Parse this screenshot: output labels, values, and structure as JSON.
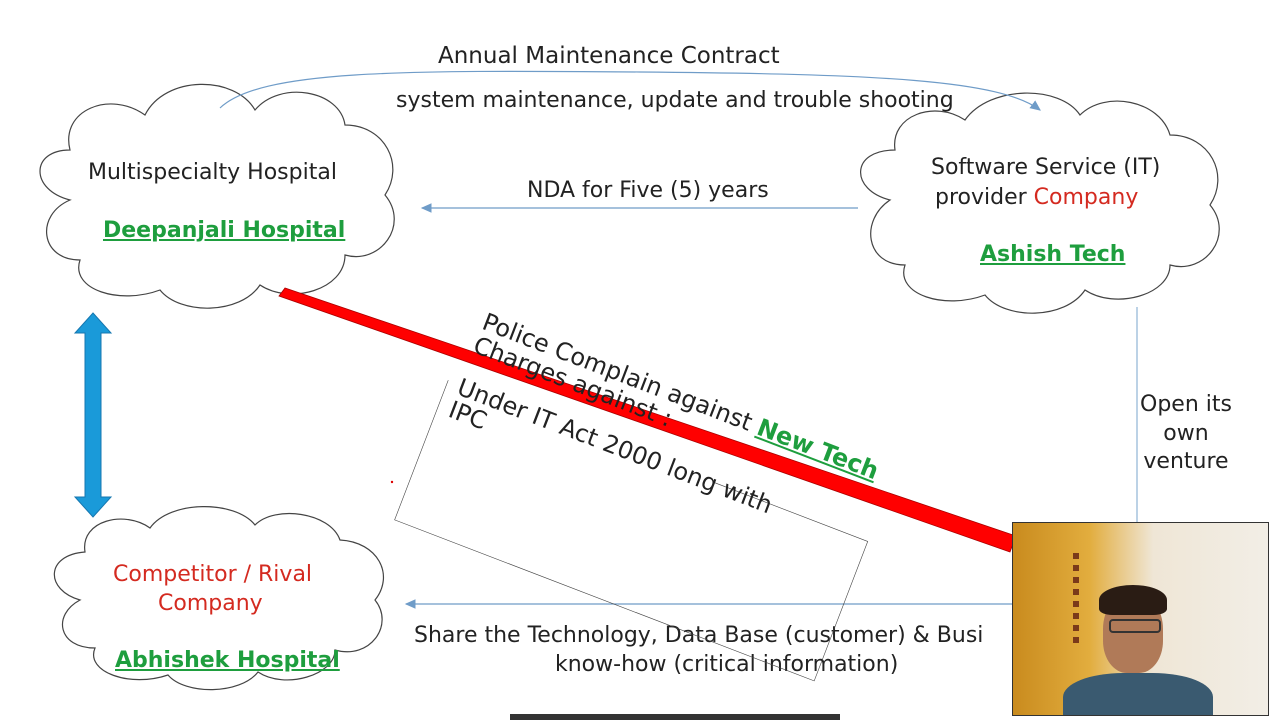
{
  "top_arrow": {
    "line1": "Annual Maintenance Contract",
    "line2": "system maintenance, update and trouble shooting"
  },
  "hospital_cloud": {
    "line1": "Multispecialty Hospital",
    "name": "Deepanjali Hospital"
  },
  "it_cloud": {
    "line1": "Software Service (IT)",
    "line2_prefix": "provider",
    "line2_highlight": "Company",
    "name": "Ashish Tech"
  },
  "competitor_cloud": {
    "line1": "Competitor / Rival",
    "line2": "Company",
    "name": "Abhishek Hospital"
  },
  "nda_arrow": {
    "label": "NDA for Five (5)  years"
  },
  "venture_arrow": {
    "line1": "Open its",
    "line2": "own",
    "line3": "venture"
  },
  "share_arrow": {
    "line1": "Share the Technology, Data Base (customer) & Busi",
    "line2": "know-how (critical information)"
  },
  "police_box": {
    "line1_prefix": "Police Complain against",
    "line1_highlight": "New Tech",
    "line2": "Charges against :",
    "line3": "Under IT Act 2000  long with",
    "line4": "IPC"
  },
  "colors": {
    "green": "#1e9e3e",
    "red": "#d42a20",
    "bar_red": "#ff0000",
    "arrow_blue": "#1a9ad9",
    "line_blue": "#8fb3d6"
  }
}
